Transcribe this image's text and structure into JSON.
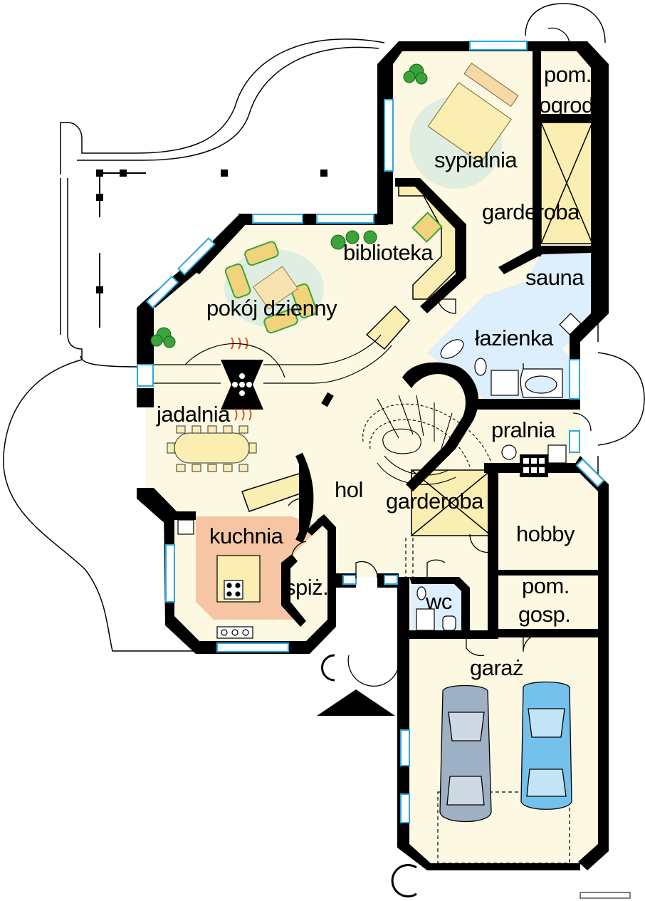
{
  "rooms": {
    "pom_ogrod_1": "pom.",
    "pom_ogrod_2": "ogrod",
    "sypialnia": "sypialnia",
    "garderoba_top": "garderoba",
    "biblioteka": "biblioteka",
    "sauna": "sauna",
    "pokoj_dzienny": "pokój dzienny",
    "lazienka": "łazienka",
    "jadalnia": "jadalnia",
    "pralnia": "pralnia",
    "hol": "hol",
    "garderoba_mid": "garderoba",
    "hobby": "hobby",
    "kuchnia": "kuchnia",
    "spiz": "spiż.",
    "wc": "wc",
    "pom_gosp_1": "pom.",
    "pom_gosp_2": "gosp.",
    "garaz": "garaż"
  },
  "colors": {
    "floor": "#fdf8e2",
    "wall": "#000000",
    "window": "#2aa7df",
    "kitchen": "#f6c6a4",
    "bathroom": "#ddeefc",
    "wardrobe": "#fbeeb3",
    "sofa": "#f0d37a",
    "plant": "#3aa33a",
    "car_grey": "#9eb1c4",
    "car_blue": "#74c1ec",
    "fireplace_flame": "#e2541a"
  },
  "icons": [
    "entrance-arrow-icon",
    "car-icon",
    "plant-icon",
    "fireplace-icon",
    "bed-icon",
    "sofa-icon",
    "dining-table-icon",
    "stove-icon",
    "toilet-icon",
    "shower-icon",
    "bathtub-icon",
    "stairs-icon"
  ]
}
